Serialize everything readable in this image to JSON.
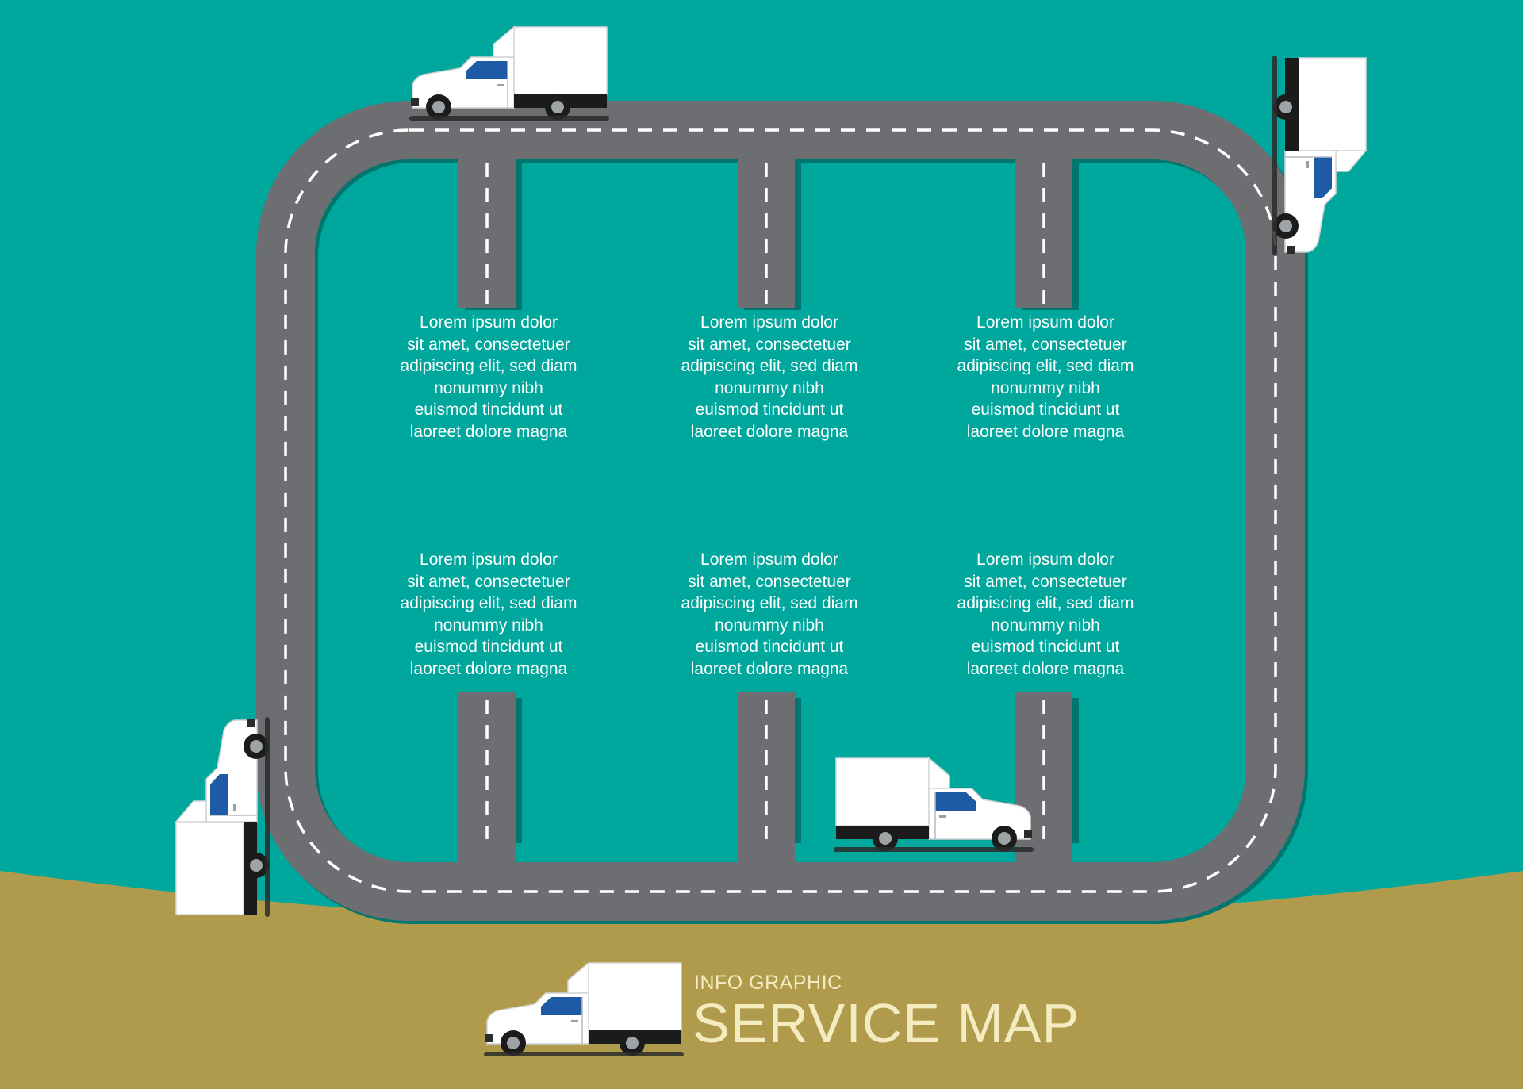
{
  "colors": {
    "background": "#00a79d",
    "ground": "#b09b4d",
    "road": "#6d6e71",
    "road_shadow": "#007a72",
    "road_marking": "#ffffff",
    "text": "#ffffff",
    "title": "#f3ecc0"
  },
  "blocks": [
    {
      "text": "Lorem ipsum dolor\nsit amet, consectetuer\nadipiscing elit, sed diam\nnonummy nibh\neuismod tincidunt ut\nlaoreet dolore magna"
    },
    {
      "text": "Lorem ipsum dolor\nsit amet, consectetuer\nadipiscing elit, sed diam\nnonummy nibh\neuismod tincidunt ut\nlaoreet dolore magna"
    },
    {
      "text": "Lorem ipsum dolor\nsit amet, consectetuer\nadipiscing elit, sed diam\nnonummy nibh\neuismod tincidunt ut\nlaoreet dolore magna"
    },
    {
      "text": "Lorem ipsum dolor\nsit amet, consectetuer\nadipiscing elit, sed diam\nnonummy nibh\neuismod tincidunt ut\nlaoreet dolore magna"
    },
    {
      "text": "Lorem ipsum dolor\nsit amet, consectetuer\nadipiscing elit, sed diam\nnonummy nibh\neuismod tincidunt ut\nlaoreet dolore magna"
    },
    {
      "text": "Lorem ipsum dolor\nsit amet, consectetuer\nadipiscing elit, sed diam\nnonummy nibh\neuismod tincidunt ut\nlaoreet dolore magna"
    }
  ],
  "title": {
    "small": "INFO GRAPHIC",
    "big": "SERVICE MAP"
  },
  "icons": [
    "delivery-truck-icon"
  ]
}
